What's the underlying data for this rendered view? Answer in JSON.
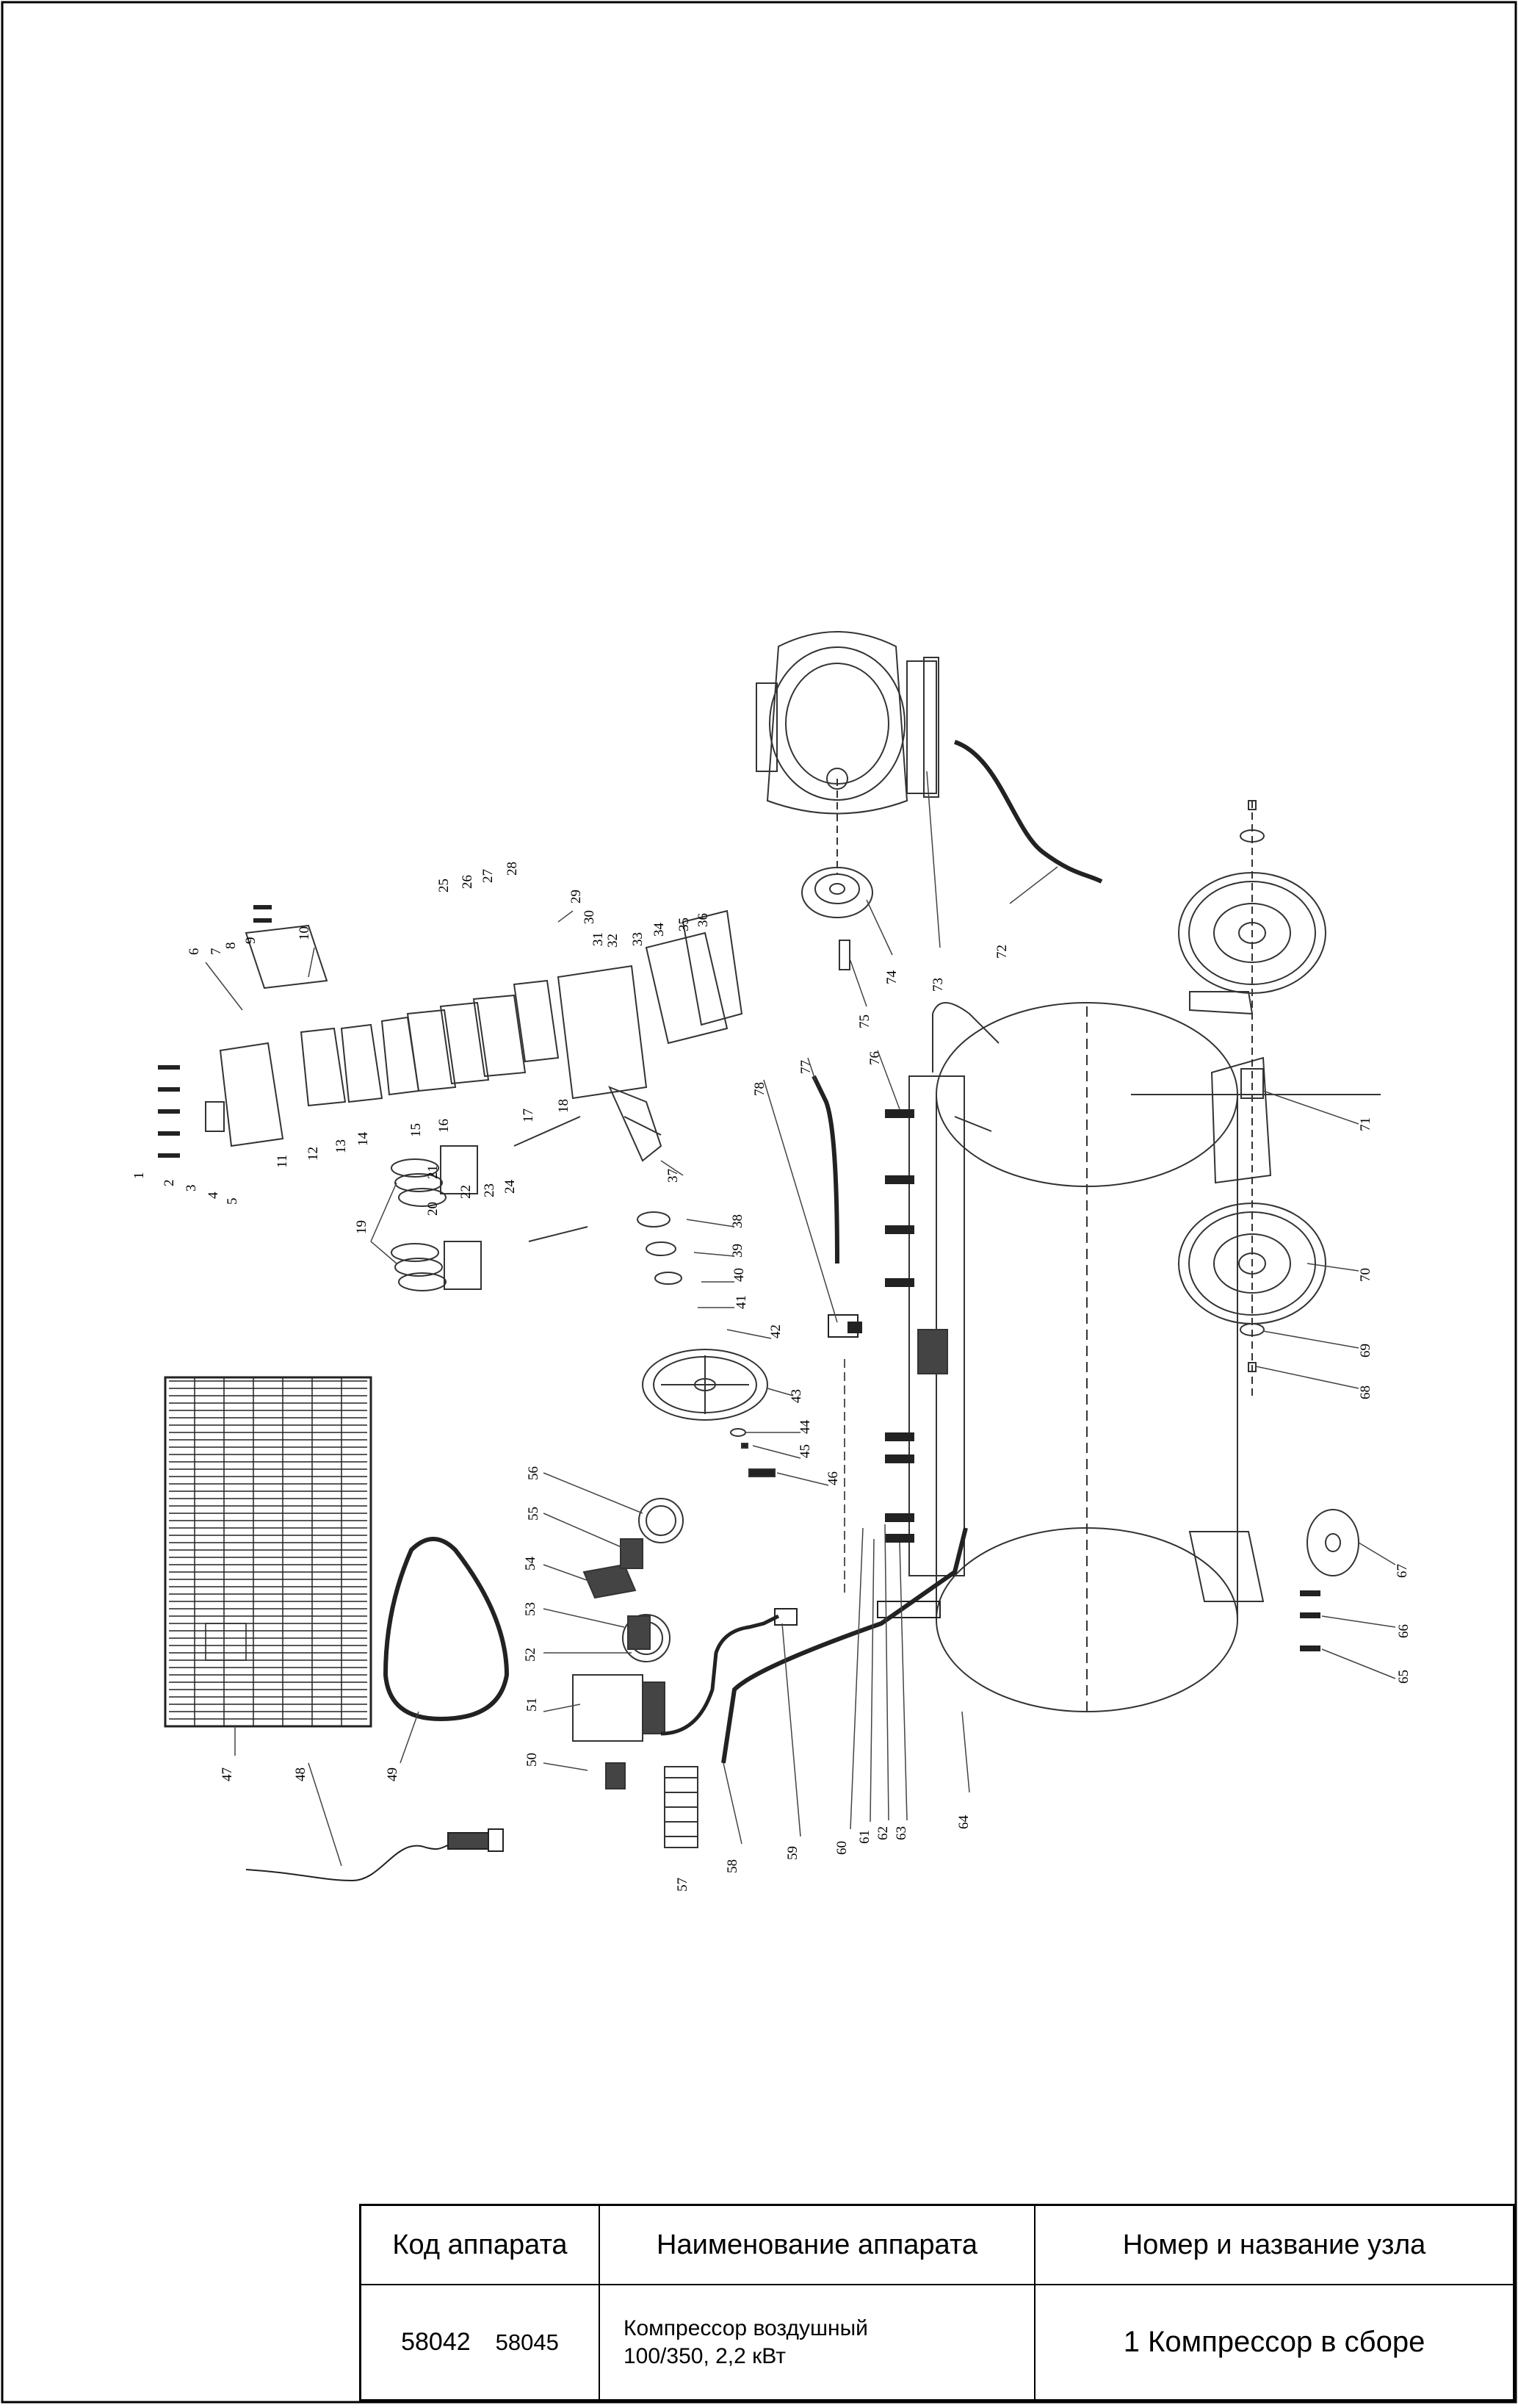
{
  "title_block": {
    "headers": {
      "code": "Код аппарата",
      "name": "Наименование аппарата",
      "unit": "Номер и название узла"
    },
    "codes": [
      "58042",
      "58045"
    ],
    "name_line1": "Компрессор воздушный",
    "name_line2": "100/350, 2,2 кВт",
    "unit": "1 Компрессор в сборе"
  },
  "callouts": [
    "1",
    "2",
    "3",
    "4",
    "5",
    "6",
    "7",
    "8",
    "9",
    "10",
    "11",
    "12",
    "13",
    "14",
    "15",
    "16",
    "17",
    "18",
    "19",
    "20",
    "21",
    "22",
    "23",
    "24",
    "25",
    "26",
    "27",
    "28",
    "29",
    "30",
    "31",
    "32",
    "33",
    "34",
    "35",
    "36",
    "37",
    "38",
    "39",
    "40",
    "41",
    "42",
    "43",
    "44",
    "45",
    "46",
    "47",
    "48",
    "49",
    "50",
    "51",
    "52",
    "53",
    "54",
    "55",
    "56",
    "57",
    "58",
    "59",
    "60",
    "61",
    "62",
    "63",
    "64",
    "65",
    "66",
    "67",
    "68",
    "69",
    "70",
    "71",
    "72",
    "73",
    "74",
    "75",
    "76",
    "77",
    "78"
  ]
}
